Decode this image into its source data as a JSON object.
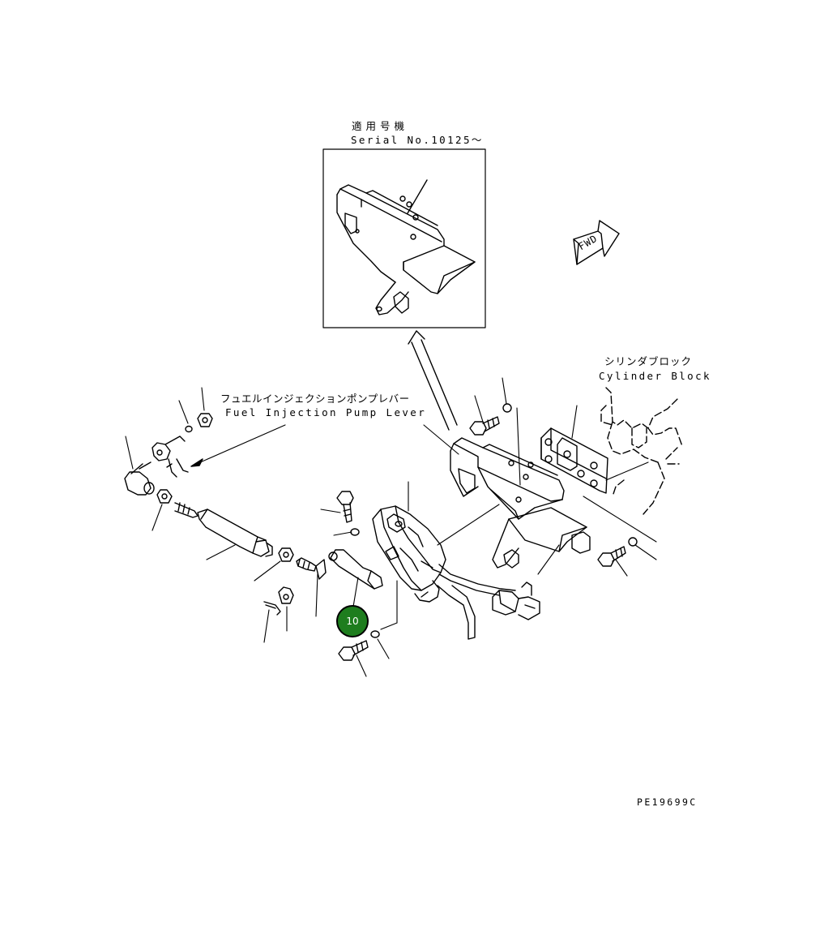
{
  "labels": {
    "serial_jp": "適用号機",
    "serial_en": "Serial No.10125～",
    "cylinder_jp": "シリンダブロック",
    "cylinder_en": "Cylinder Block",
    "lever_jp": "フュエルインジェクションポンプレバー",
    "lever_en": "Fuel Injection Pump Lever",
    "fwd": "FWD",
    "drawing_no": "PE19699C"
  },
  "callout": {
    "number": "10",
    "color": "#1e7d1e",
    "ring_color": "#000000"
  },
  "colors": {
    "line": "#000000",
    "paper": "#ffffff"
  }
}
